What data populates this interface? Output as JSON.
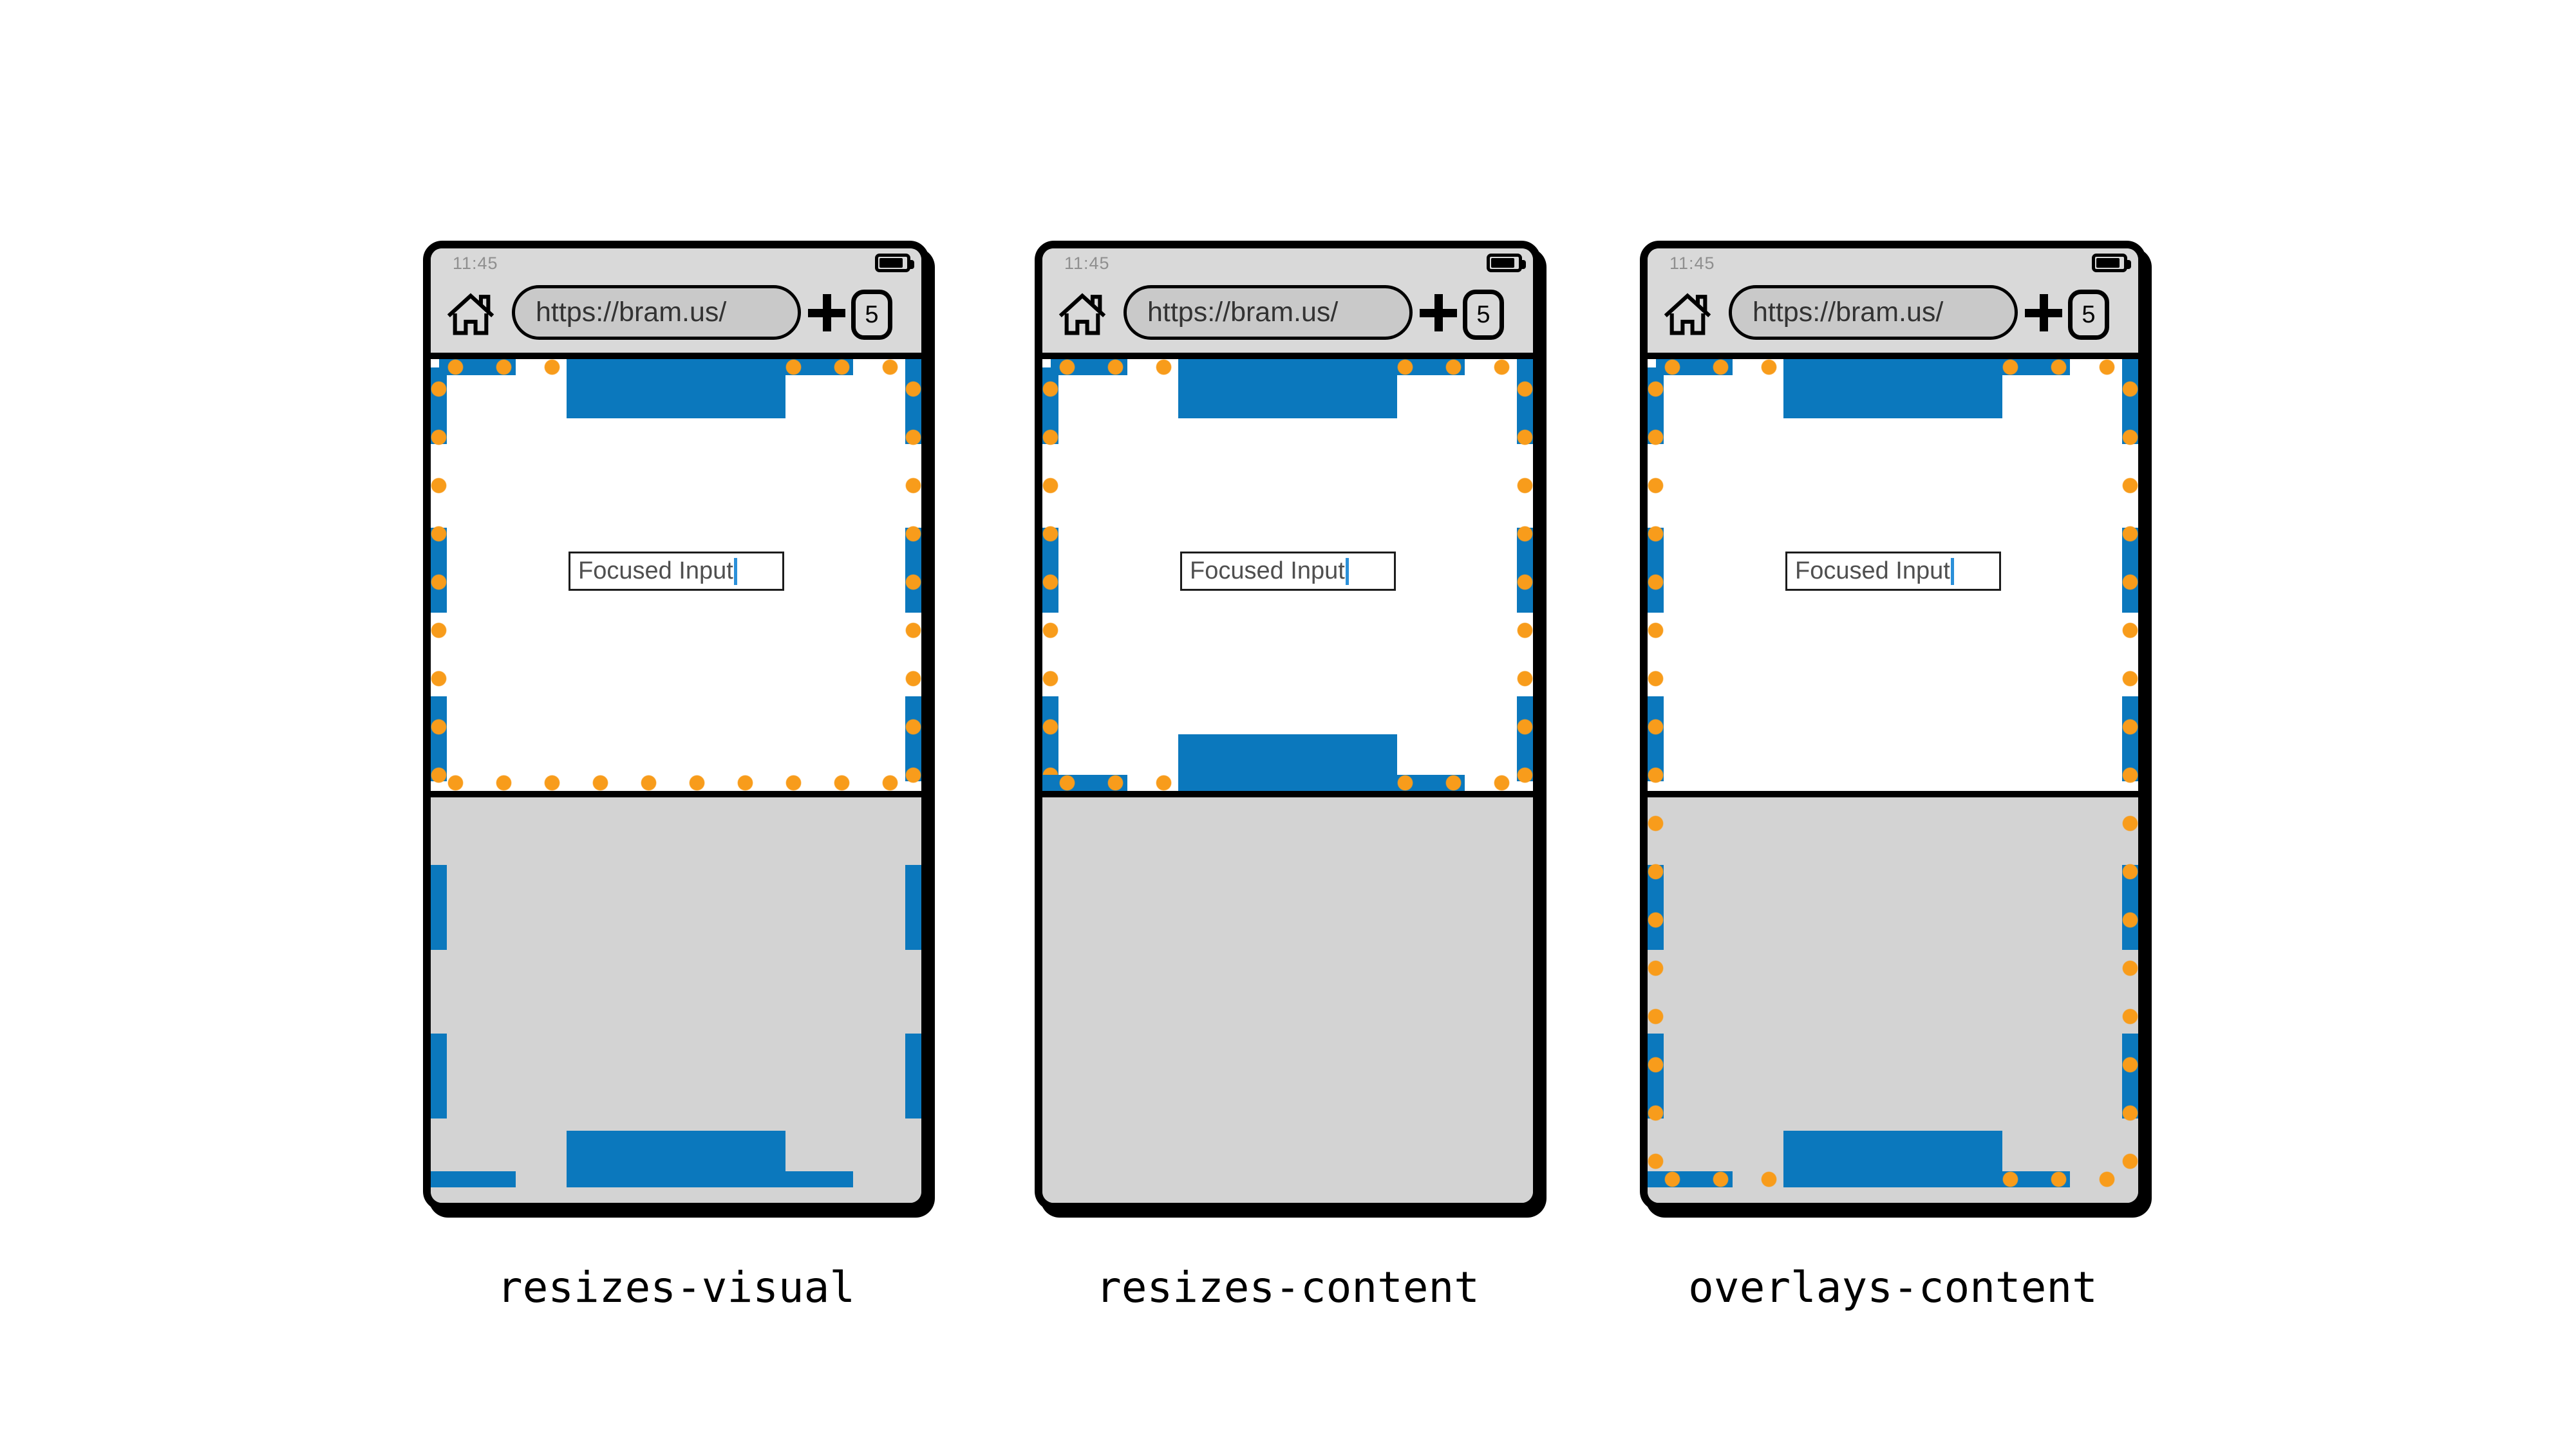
{
  "colors": {
    "blue": "#0b78bd",
    "orange": "#f89c1b",
    "chrome_gray": "#d9d9d9",
    "keyboard_gray": "#d3d3d3",
    "url_pill_gray": "#c9c9c9",
    "time_text": "#8f8f8f",
    "input_text": "#4f4f4f",
    "caret_blue": "#2b90d9"
  },
  "browser_chrome": {
    "time": "11:45",
    "url": "https://bram.us/",
    "tab_count": "5",
    "icons": [
      "home-icon",
      "battery-icon",
      "new-tab-plus-icon",
      "tab-counter-box"
    ]
  },
  "page": {
    "focused_input_value": "Focused Input"
  },
  "phones": [
    {
      "label": "resizes-visual"
    },
    {
      "label": "resizes-content"
    },
    {
      "label": "overlays-content"
    }
  ]
}
